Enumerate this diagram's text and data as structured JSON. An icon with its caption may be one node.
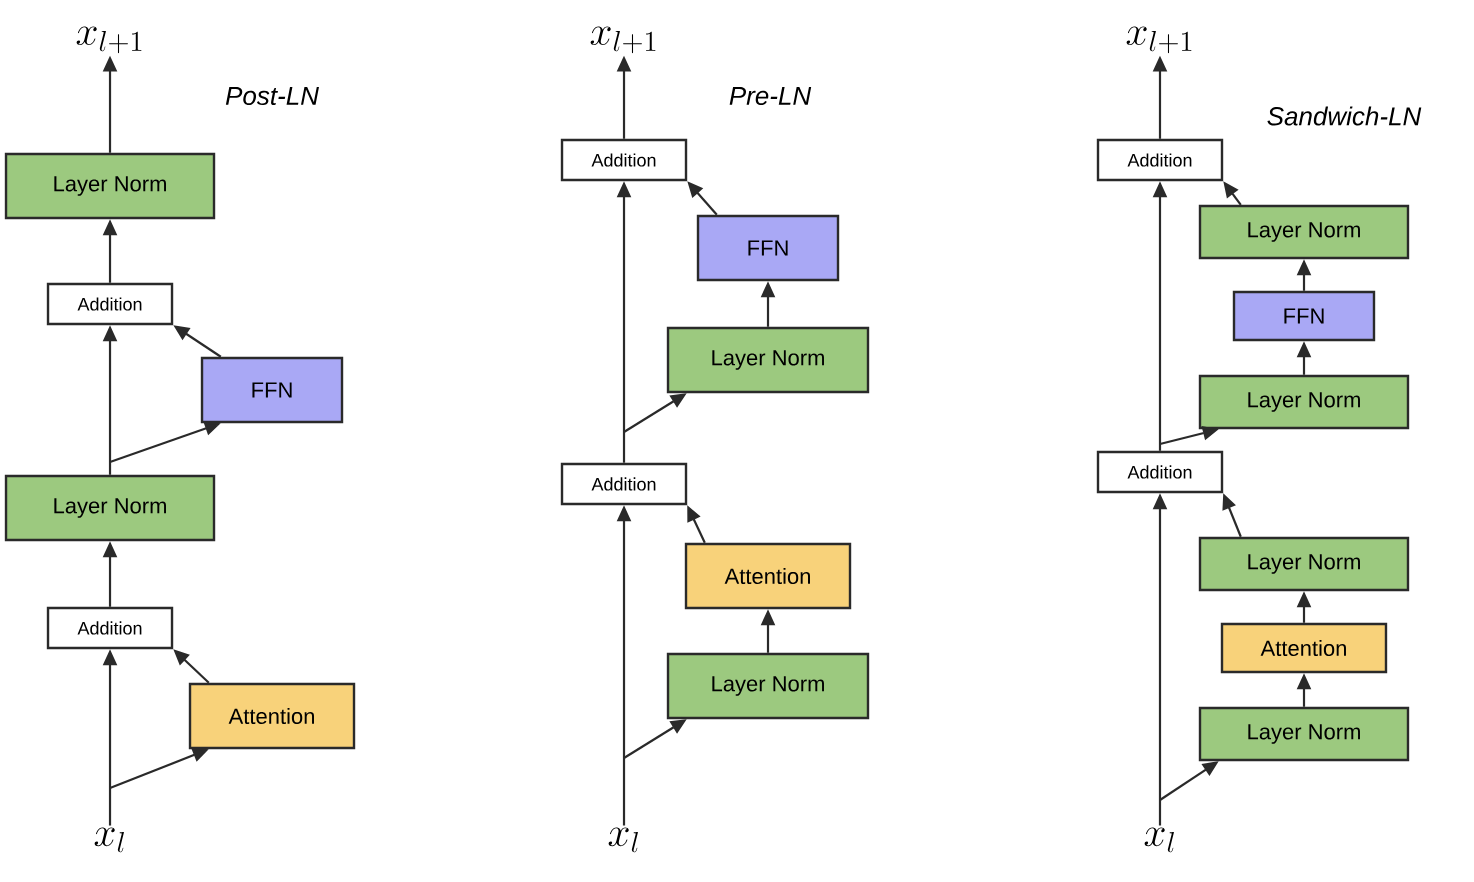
{
  "diagram": {
    "nodes": [
      {
        "text": [
          "x_{l+1}"
        ]
      },
      {
        "text": [
          "Layer Norm"
        ]
      },
      {
        "text": [
          "Addition"
        ]
      },
      {
        "text": [
          "FFN"
        ]
      },
      {
        "text": [
          "Layer Norm"
        ]
      },
      {
        "text": [
          "Addition"
        ]
      },
      {
        "text": [
          "Attention"
        ]
      },
      {
        "text": [
          "x_{l}"
        ]
      },
      {
        "text": [
          "x_{l+1}"
        ]
      },
      {
        "text": [
          "Addition"
        ]
      },
      {
        "text": [
          "FFN"
        ]
      },
      {
        "text": [
          "Layer Norm"
        ]
      },
      {
        "text": [
          "Addition"
        ]
      },
      {
        "text": [
          "Attention"
        ]
      },
      {
        "text": [
          "Layer Norm"
        ]
      },
      {
        "text": [
          "x_{l}"
        ]
      },
      {
        "text": [
          "x_{l+1}"
        ]
      },
      {
        "text": [
          "Addition"
        ]
      },
      {
        "text": [
          "Layer Norm"
        ]
      },
      {
        "text": [
          "FFN"
        ]
      },
      {
        "text": [
          "Layer Norm"
        ]
      },
      {
        "text": [
          "Addition"
        ]
      },
      {
        "text": [
          "Layer Norm"
        ]
      },
      {
        "text": [
          "Attention"
        ]
      },
      {
        "text": [
          "Layer Norm"
        ]
      },
      {
        "text": [
          "x_{l}"
        ]
      }
    ],
    "edges": [
      {
        "from": 7,
        "to": 5,
        "arrow": "to"
      },
      {
        "from": 7,
        "to": 6,
        "arrow": "to"
      },
      {
        "from": 6,
        "to": 5,
        "arrow": "to"
      },
      {
        "from": 5,
        "to": 4,
        "arrow": "to"
      },
      {
        "from": 4,
        "to": 2,
        "arrow": "to"
      },
      {
        "from": 4,
        "to": 3,
        "arrow": "to"
      },
      {
        "from": 3,
        "to": 2,
        "arrow": "to"
      },
      {
        "from": 2,
        "to": 1,
        "arrow": "to"
      },
      {
        "from": 1,
        "to": 0,
        "arrow": "to"
      },
      {
        "from": 15,
        "to": 12,
        "arrow": "to"
      },
      {
        "from": 15,
        "to": 14,
        "arrow": "to"
      },
      {
        "from": 14,
        "to": 13,
        "arrow": "to"
      },
      {
        "from": 13,
        "to": 12,
        "arrow": "to"
      },
      {
        "from": 12,
        "to": 9,
        "arrow": "to"
      },
      {
        "from": 12,
        "to": 11,
        "arrow": "to"
      },
      {
        "from": 11,
        "to": 10,
        "arrow": "to"
      },
      {
        "from": 10,
        "to": 9,
        "arrow": "to"
      },
      {
        "from": 9,
        "to": 8,
        "arrow": "to"
      },
      {
        "from": 25,
        "to": 21,
        "arrow": "to"
      },
      {
        "from": 25,
        "to": 24,
        "arrow": "to"
      },
      {
        "from": 24,
        "to": 23,
        "arrow": "to"
      },
      {
        "from": 23,
        "to": 22,
        "arrow": "to"
      },
      {
        "from": 22,
        "to": 21,
        "arrow": "to"
      },
      {
        "from": 21,
        "to": 17,
        "arrow": "to"
      },
      {
        "from": 21,
        "to": 20,
        "arrow": "to"
      },
      {
        "from": 20,
        "to": 19,
        "arrow": "to"
      },
      {
        "from": 19,
        "to": 18,
        "arrow": "to"
      },
      {
        "from": 18,
        "to": 17,
        "arrow": "to"
      },
      {
        "from": 17,
        "to": 16,
        "arrow": "to"
      }
    ],
    "labels": [
      "Post-LN",
      "Pre-LN",
      "Sandwich-LN"
    ]
  }
}
